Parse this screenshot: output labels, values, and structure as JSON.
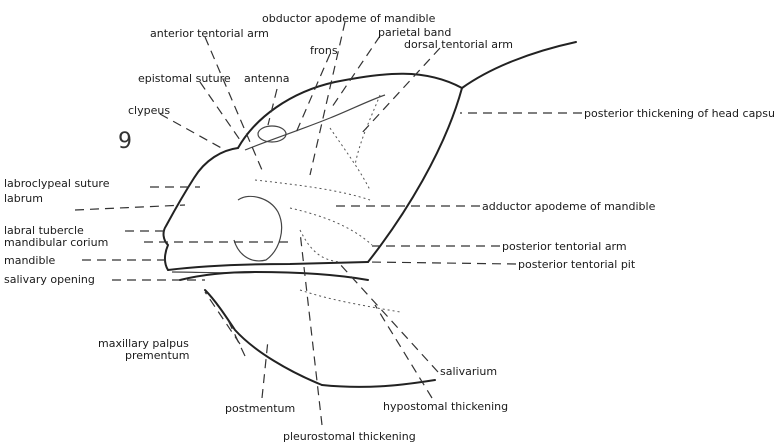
{
  "figure": {
    "number": "9"
  },
  "labels": {
    "obductor_apodeme": "obductor apodeme of mandible",
    "parietal_band": "parietal band",
    "anterior_tentorial_arm": "anterior tentorial arm",
    "frons": "frons",
    "dorsal_tentorial_arm": "dorsal tentorial arm",
    "epistomal_suture": "epistomal suture",
    "antenna": "antenna",
    "posterior_thickening": "posterior thickening of head capsule",
    "clypeus": "clypeus",
    "labroclypeal_suture": "labroclypeal suture",
    "labrum": "labrum",
    "adductor_apodeme": "adductor apodeme of mandible",
    "labral_tubercle": "labral tubercle",
    "mandibular_corium": "mandibular corium",
    "posterior_tentorial_arm": "posterior tentorial arm",
    "mandible": "mandible",
    "posterior_tentorial_pit": "posterior tentorial pit",
    "salivary_opening": "salivary opening",
    "maxillary_palpus": "maxillary palpus",
    "prementum": "prementum",
    "salivarium": "salivarium",
    "postmentum": "postmentum",
    "hypostomal_thickening": "hypostomal thickening",
    "pleurostomal_thickening": "pleurostomal thickening"
  }
}
